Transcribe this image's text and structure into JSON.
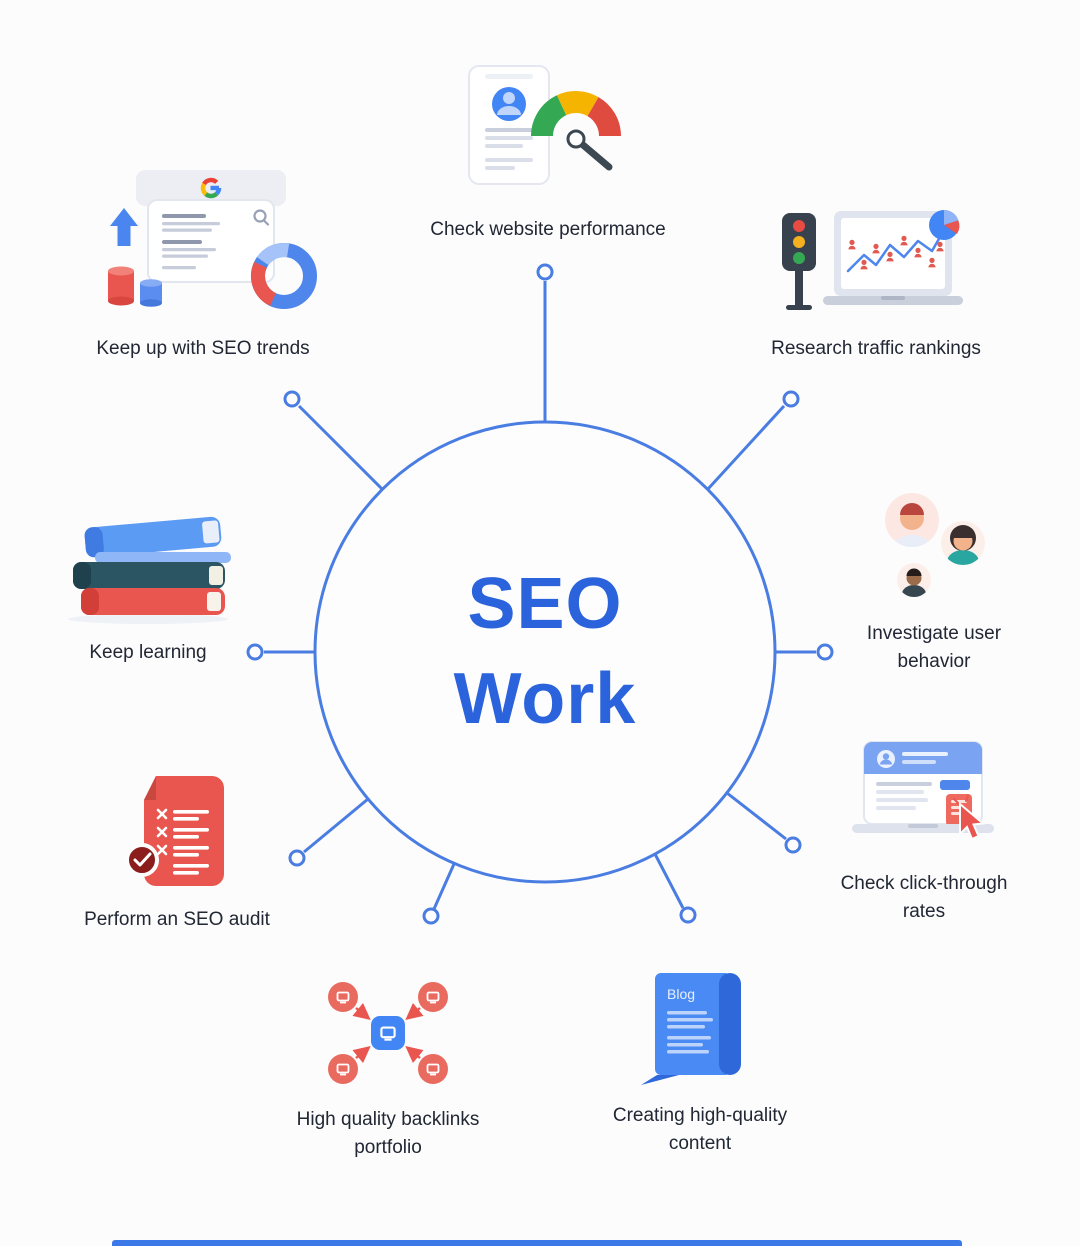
{
  "title": {
    "line1": "SEO",
    "line2": "Work"
  },
  "items": [
    {
      "key": "check-website-performance",
      "label": "Check website performance"
    },
    {
      "key": "research-traffic-rankings",
      "label": "Research traffic rankings"
    },
    {
      "key": "investigate-user-behavior",
      "label": "Investigate user behavior"
    },
    {
      "key": "check-click-through-rates",
      "label": "Check click-through rates"
    },
    {
      "key": "creating-high-quality-content",
      "label": "Creating high-quality content"
    },
    {
      "key": "high-quality-backlinks-portfolio",
      "label": "High quality backlinks portfolio"
    },
    {
      "key": "perform-an-seo-audit",
      "label": "Perform an SEO audit"
    },
    {
      "key": "keep-learning",
      "label": "Keep learning"
    },
    {
      "key": "keep-up-with-seo-trends",
      "label": "Keep up with SEO trends"
    }
  ],
  "icon_text": {
    "blog": "Blog"
  },
  "colors": {
    "hub_blue": "#4A7DE2",
    "title_blue": "#2A63DB",
    "label_text": "#212733",
    "accent_red": "#E8564F",
    "accent_green": "#34A853",
    "accent_yellow": "#F4B400",
    "accent_blue": "#4285F4",
    "background": "#FCFCFD"
  }
}
